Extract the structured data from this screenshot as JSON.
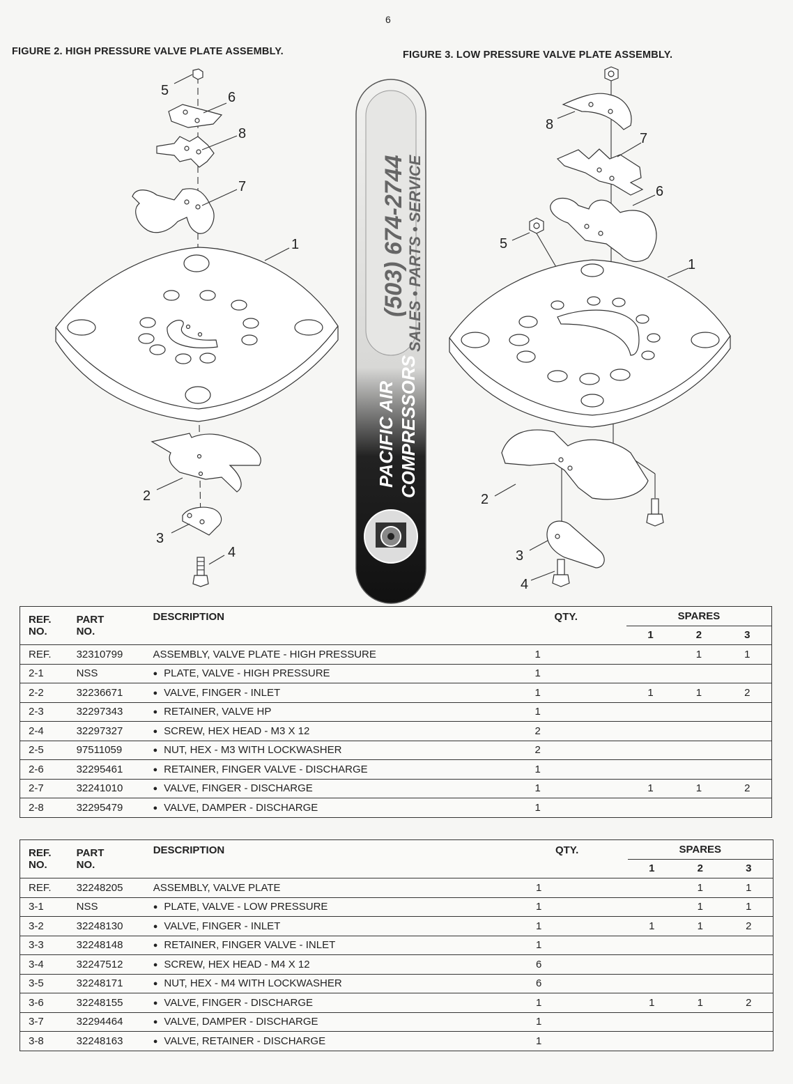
{
  "page_number": "6",
  "figure2_title": "FIGURE 2. HIGH PRESSURE VALVE PLATE ASSEMBLY.",
  "figure3_title": "FIGURE 3. LOW PRESSURE VALVE PLATE ASSEMBLY.",
  "figure2_callouts": [
    "5",
    "6",
    "8",
    "7",
    "1",
    "2",
    "3",
    "4"
  ],
  "figure3_callouts": [
    "8",
    "7",
    "6",
    "5",
    "1",
    "2",
    "3",
    "4"
  ],
  "banner": {
    "phone": "(503) 674-2744",
    "tagline": "SALES • PARTS • SERVICE",
    "company_line1": "PACIFIC AIR",
    "company_line2": "COMPRESSORS"
  },
  "table_headers": {
    "ref_line1": "REF.",
    "ref_line2": "NO.",
    "part_line1": "PART",
    "part_line2": "NO.",
    "description": "DESCRIPTION",
    "qty": "QTY.",
    "spares": "SPARES",
    "spare_cols": [
      "1",
      "2",
      "3"
    ]
  },
  "table_fig2": {
    "rows": [
      {
        "ref": "REF.",
        "part": "32310799",
        "desc": "ASSEMBLY, VALVE PLATE - HIGH PRESSURE",
        "bullet": false,
        "qty": "1",
        "s1": "",
        "s2": "1",
        "s3": "1"
      },
      {
        "ref": "2-1",
        "part": "NSS",
        "desc": "PLATE, VALVE - HIGH PRESSURE",
        "bullet": true,
        "qty": "1",
        "s1": "",
        "s2": "",
        "s3": ""
      },
      {
        "ref": "2-2",
        "part": "32236671",
        "desc": "VALVE, FINGER - INLET",
        "bullet": true,
        "qty": "1",
        "s1": "1",
        "s2": "1",
        "s3": "2"
      },
      {
        "ref": "2-3",
        "part": "32297343",
        "desc": "RETAINER, VALVE HP",
        "bullet": true,
        "qty": "1",
        "s1": "",
        "s2": "",
        "s3": ""
      },
      {
        "ref": "2-4",
        "part": "32297327",
        "desc": "SCREW, HEX HEAD - M3 X 12",
        "bullet": true,
        "qty": "2",
        "s1": "",
        "s2": "",
        "s3": ""
      },
      {
        "ref": "2-5",
        "part": "97511059",
        "desc": "NUT, HEX - M3 WITH LOCKWASHER",
        "bullet": true,
        "qty": "2",
        "s1": "",
        "s2": "",
        "s3": ""
      },
      {
        "ref": "2-6",
        "part": "32295461",
        "desc": "RETAINER, FINGER VALVE - DISCHARGE",
        "bullet": true,
        "qty": "1",
        "s1": "",
        "s2": "",
        "s3": ""
      },
      {
        "ref": "2-7",
        "part": "32241010",
        "desc": "VALVE, FINGER - DISCHARGE",
        "bullet": true,
        "qty": "1",
        "s1": "1",
        "s2": "1",
        "s3": "2"
      },
      {
        "ref": "2-8",
        "part": "32295479",
        "desc": "VALVE, DAMPER - DISCHARGE",
        "bullet": true,
        "qty": "1",
        "s1": "",
        "s2": "",
        "s3": ""
      }
    ]
  },
  "table_fig3": {
    "rows": [
      {
        "ref": "REF.",
        "part": "32248205",
        "desc": "ASSEMBLY, VALVE PLATE",
        "bullet": false,
        "qty": "1",
        "s1": "",
        "s2": "1",
        "s3": "1"
      },
      {
        "ref": "3-1",
        "part": "NSS",
        "desc": "PLATE, VALVE - LOW PRESSURE",
        "bullet": true,
        "qty": "1",
        "s1": "",
        "s2": "1",
        "s3": "1"
      },
      {
        "ref": "3-2",
        "part": "32248130",
        "desc": "VALVE, FINGER - INLET",
        "bullet": true,
        "qty": "1",
        "s1": "1",
        "s2": "1",
        "s3": "2"
      },
      {
        "ref": "3-3",
        "part": "32248148",
        "desc": "RETAINER, FINGER VALVE - INLET",
        "bullet": true,
        "qty": "1",
        "s1": "",
        "s2": "",
        "s3": ""
      },
      {
        "ref": "3-4",
        "part": "32247512",
        "desc": "SCREW, HEX HEAD - M4 X 12",
        "bullet": true,
        "qty": "6",
        "s1": "",
        "s2": "",
        "s3": ""
      },
      {
        "ref": "3-5",
        "part": "32248171",
        "desc": "NUT, HEX - M4 WITH LOCKWASHER",
        "bullet": true,
        "qty": "6",
        "s1": "",
        "s2": "",
        "s3": ""
      },
      {
        "ref": "3-6",
        "part": "32248155",
        "desc": "VALVE, FINGER - DISCHARGE",
        "bullet": true,
        "qty": "1",
        "s1": "1",
        "s2": "1",
        "s3": "2"
      },
      {
        "ref": "3-7",
        "part": "32294464",
        "desc": "VALVE, DAMPER - DISCHARGE",
        "bullet": true,
        "qty": "1",
        "s1": "",
        "s2": "",
        "s3": ""
      },
      {
        "ref": "3-8",
        "part": "32248163",
        "desc": "VALVE, RETAINER - DISCHARGE",
        "bullet": true,
        "qty": "1",
        "s1": "",
        "s2": "",
        "s3": ""
      }
    ]
  }
}
